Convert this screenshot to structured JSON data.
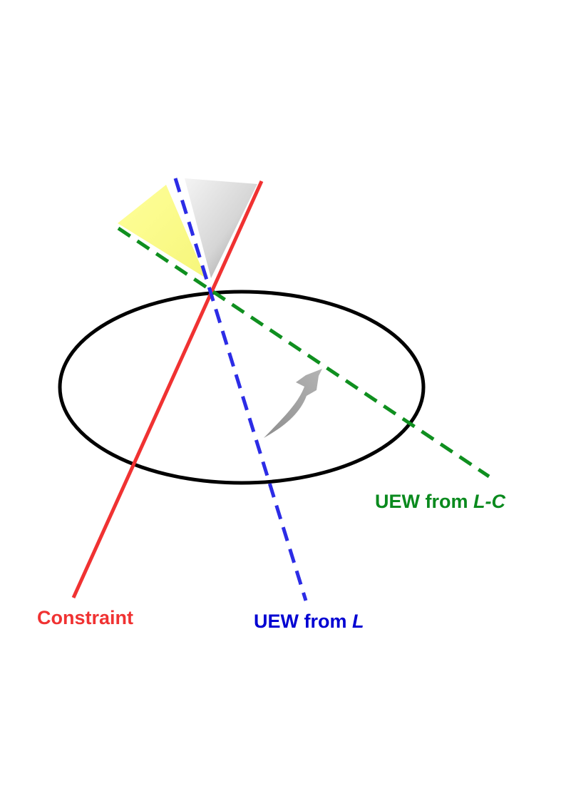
{
  "labels": {
    "constraint": "Constraint",
    "uew_l_prefix": "UEW from ",
    "uew_l_var": "L",
    "uew_lc_prefix": "UEW from ",
    "uew_lc_var": "L-C"
  },
  "colors": {
    "constraint_line": "#f03232",
    "uew_l_line": "#2c2ce6",
    "uew_lc_line": "#0f8f1f",
    "ellipse": "#000000",
    "yellow_wedge": "#ffff8c",
    "gray_wedge": "#c8c8c8",
    "rotation_arrow": "#9a9a9a",
    "constraint_text": "#f03232",
    "uew_l_text": "#0000d2",
    "uew_lc_text": "#0a8a1e"
  },
  "icons": {
    "rotation": "curved-arrow-icon"
  }
}
